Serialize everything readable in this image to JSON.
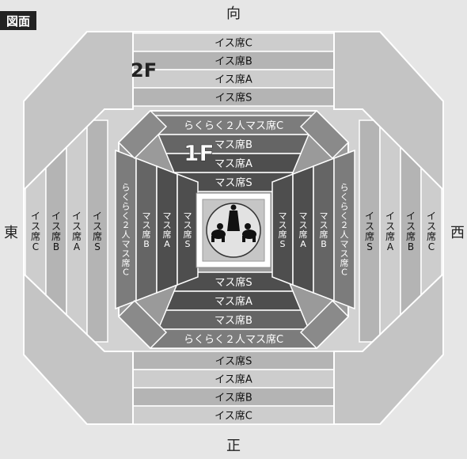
{
  "badge": {
    "label": "図面"
  },
  "directions": {
    "north": "向",
    "south": "正",
    "east": "東",
    "west": "西"
  },
  "floors": {
    "upper": "2F",
    "lower": "1F"
  },
  "north": {
    "upper_rows": [
      "イス席C",
      "イス席B",
      "イス席A",
      "イス席S"
    ],
    "lower_rows": [
      "らくらく２人マス席C",
      "マス席B",
      "マス席A",
      "マス席S"
    ]
  },
  "south": {
    "lower_rows": [
      "マス席S",
      "マス席A",
      "マス席B",
      "らくらく２人マス席C"
    ],
    "upper_rows": [
      "イス席S",
      "イス席A",
      "イス席B",
      "イス席C"
    ]
  },
  "east": {
    "upper_rows": [
      "イス席C",
      "イス席B",
      "イス席A",
      "イス席S"
    ],
    "lower_rows": [
      "らくらく２人マス席C",
      "マス席B",
      "マス席A",
      "マス席S"
    ]
  },
  "west": {
    "lower_rows": [
      "マス席S",
      "マス席A",
      "マス席B",
      "らくらく２人マス席C"
    ],
    "upper_rows": [
      "イス席S",
      "イス席A",
      "イス席B",
      "イス席C"
    ]
  },
  "colors": {
    "background": "#e6e6e6",
    "upper_band": "#b4b4b4",
    "upper_band_light": "#cdcdcd",
    "lower_dark": "#4e4e4e",
    "lower_mid": "#656565",
    "lower_light": "#7c7c7c",
    "ring_area": "#bdbdbd",
    "badge_bg": "#222222"
  }
}
